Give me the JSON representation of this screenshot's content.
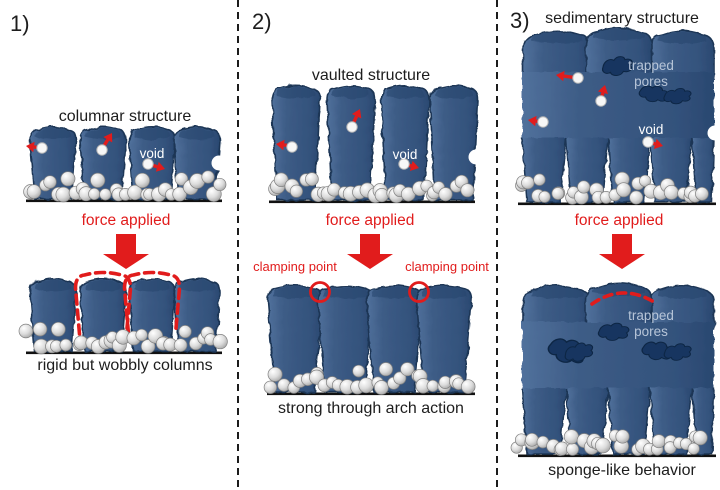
{
  "panels": [
    {
      "index_label": "1)",
      "structure_label": "columnar structure",
      "void_label": "void",
      "force_label": "force applied",
      "caption": "rigid but wobbly columns"
    },
    {
      "index_label": "2)",
      "structure_label": "vaulted structure",
      "void_label": "void",
      "force_label": "force applied",
      "clamping_left_label": "clamping point",
      "clamping_right_label": "clamping point",
      "caption": "strong through arch action"
    },
    {
      "index_label": "3)",
      "structure_label": "sedimentary structure",
      "trapped_pores_top_label": "trapped pores",
      "void_label": "void",
      "force_label": "force applied",
      "trapped_pores_bottom_label": "trapped pores",
      "caption": "sponge-like behavior"
    }
  ],
  "colors": {
    "column_blue": "#3c5a84",
    "column_edge": "#1c3655",
    "column_cap": "#27456d",
    "red_accent": "#e11c1c",
    "sphere_fill": "#d6d6d6",
    "pore_navy": "#173560",
    "trapped_pores_text": "#b7c5d8",
    "baseline_black": "#111111",
    "text_dark": "#1d1d1d",
    "background": "#ffffff"
  },
  "icons": {
    "force_arrow": "red-block-arrow-down",
    "motion_arrow": "red-arrow",
    "particle": "white-dot",
    "clamping_marker": "red-circle-outline",
    "wobble_marker": "red-dashed-outline",
    "compression_marker": "red-dashed-arc",
    "panel_separator": "vertical-dashed-line"
  }
}
